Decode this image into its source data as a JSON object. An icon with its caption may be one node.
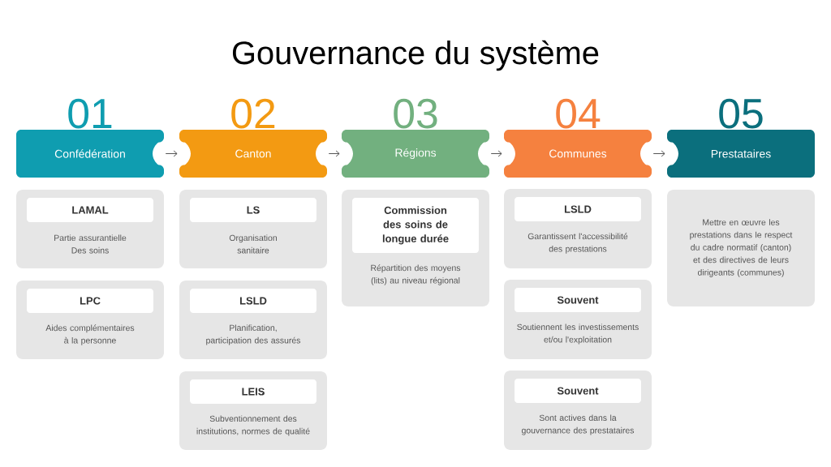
{
  "diagram": {
    "title": "Gouvernance du système",
    "nodes": [
      {
        "text": [
          "Confédération"
        ],
        "beside": [
          "01"
        ]
      },
      {
        "text": [
          "Canton"
        ],
        "beside": [
          "02"
        ]
      },
      {
        "text": [
          "Régions"
        ],
        "beside": [
          "03"
        ]
      },
      {
        "text": [
          "Communes"
        ],
        "beside": [
          "04"
        ]
      },
      {
        "text": [
          "Prestataires"
        ],
        "beside": [
          "05"
        ]
      },
      {
        "text": [
          "LAMAL",
          "Partie assurantielle Des soins"
        ]
      },
      {
        "text": [
          "LPC",
          "Aides complémentaires à la personne"
        ]
      },
      {
        "text": [
          "LS",
          "Organisation sanitaire"
        ]
      },
      {
        "text": [
          "LSLD",
          "Planification, participation des assurés"
        ]
      },
      {
        "text": [
          "LEIS",
          "Subventionnement des institutions, normes de qualité"
        ]
      },
      {
        "text": [
          "Commission des soins de longue durée",
          "Répartition des moyens (lits) au niveau régional"
        ]
      },
      {
        "text": [
          "LSLD",
          "Garantissent l'accessibilité des prestations"
        ]
      },
      {
        "text": [
          "Souvent",
          "Soutiennent les investissements et/ou l'exploitation"
        ]
      },
      {
        "text": [
          "Souvent",
          "Sont actives dans la gouvernance des prestataires"
        ]
      },
      {
        "text": [
          "Mettre en œuvre les prestations dans le respect du cadre normatif (canton) et des directives de leurs dirigeants (communes)"
        ]
      }
    ],
    "edges": [
      {
        "from": 0,
        "to": 1,
        "arrow": "to"
      },
      {
        "from": 1,
        "to": 2,
        "arrow": "to"
      },
      {
        "from": 2,
        "to": 3,
        "arrow": "to"
      },
      {
        "from": 3,
        "to": 4,
        "arrow": "to"
      }
    ]
  }
}
